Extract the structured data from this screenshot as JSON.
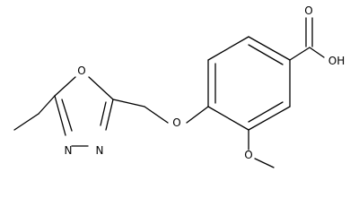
{
  "molecule": {
    "atom_labels": {
      "carbonyl_oxygen": "O",
      "hydroxyl": "OH",
      "ether_oxygen": "O",
      "methoxy_oxygen": "O",
      "ring_oxygen": "O",
      "ring_nitrogen_left": "N",
      "ring_nitrogen_right": "N"
    }
  }
}
